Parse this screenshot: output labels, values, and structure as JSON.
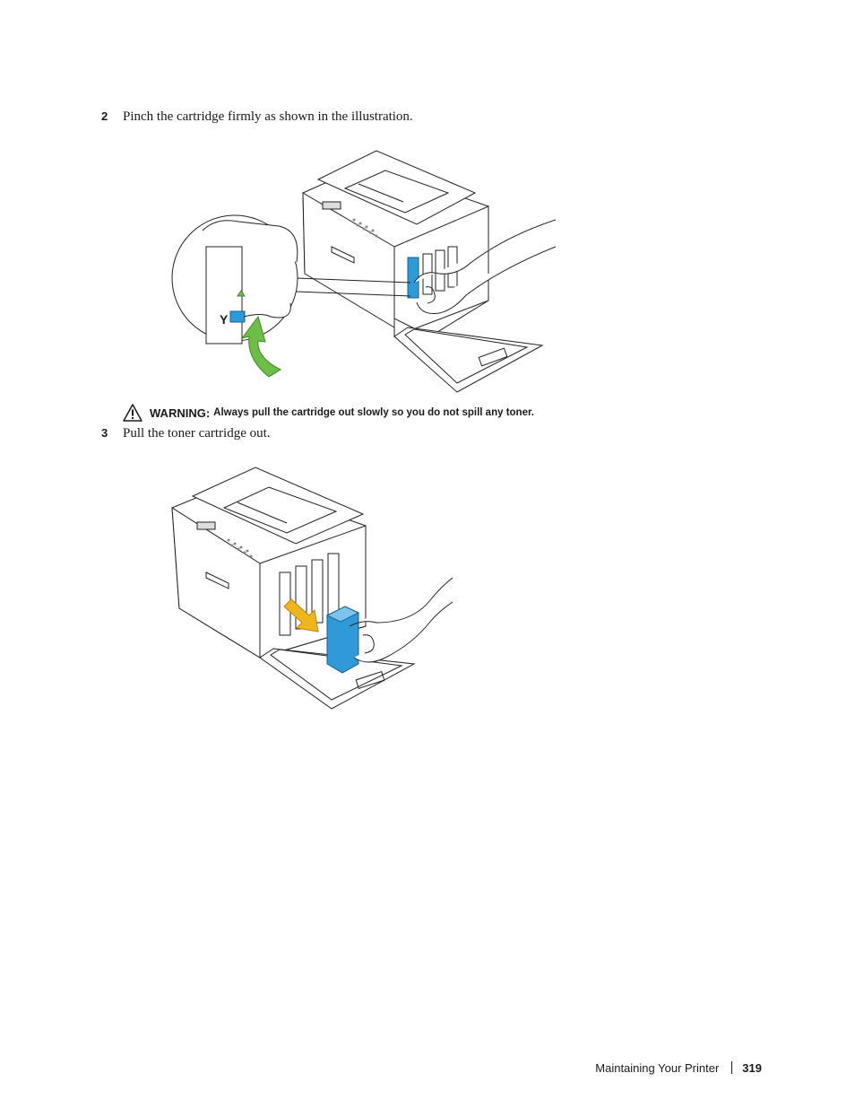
{
  "steps": [
    {
      "number": "2",
      "text": "Pinch the cartridge firmly as shown in the illustration."
    },
    {
      "number": "3",
      "text": "Pull the toner cartridge out."
    }
  ],
  "warning": {
    "label": "WARNING:",
    "text": "Always pull the cartridge out slowly so you do not spill any toner.",
    "icon": "warning-triangle-icon"
  },
  "callout_label": "Y",
  "footer": {
    "section": "Maintaining Your Printer",
    "page": "319"
  },
  "colors": {
    "cartridge": "#2e9ad8",
    "arrow_green": "#6dbe45",
    "arrow_yellow": "#f1b51c"
  }
}
